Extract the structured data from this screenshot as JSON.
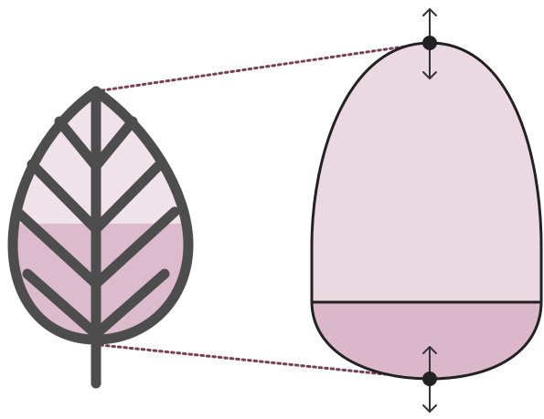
{
  "colors": {
    "background": "#ffffff",
    "outline": "#4d4d4d",
    "leaf_light": "#f0e2e9",
    "leaf_dark": "#dcbbcc",
    "bulb_light": "#ebd9e2",
    "bulb_dark": "#dbb8c9",
    "connector": "#7a3f55",
    "handle": "#222222",
    "arrow": "#333333"
  },
  "icons": {
    "leaf": "leaf-icon",
    "shape": "bulb-shape",
    "top_handle": "resize-handle-top",
    "bottom_handle": "resize-handle-bottom"
  }
}
